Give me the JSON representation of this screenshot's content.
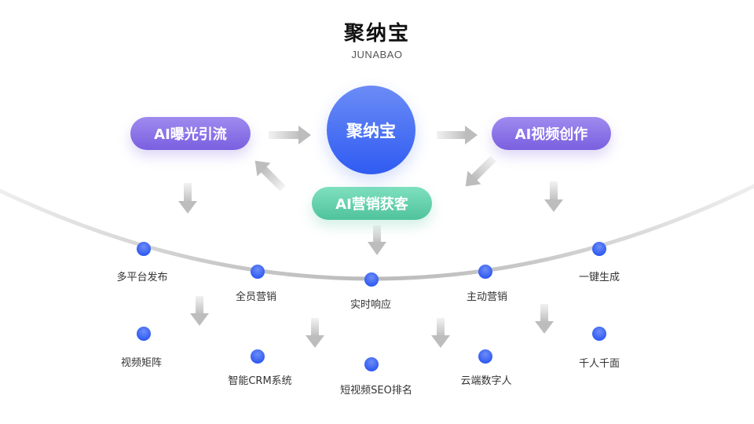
{
  "header": {
    "title": "聚纳宝",
    "subtitle": "JUNABAO"
  },
  "center": {
    "hub_label": "聚纳宝",
    "hub_color": "#3a63f3"
  },
  "modules": [
    {
      "id": "exposure",
      "label": "AI曝光引流",
      "color": "#8a70e8"
    },
    {
      "id": "video",
      "label": "AI视频创作",
      "color": "#8a70e8"
    },
    {
      "id": "marketing",
      "label": "AI营销获客",
      "color": "#5ccba4"
    }
  ],
  "arc_features": [
    {
      "label": "多平台发布"
    },
    {
      "label": "全员营销"
    },
    {
      "label": "实时响应"
    },
    {
      "label": "主动营销"
    },
    {
      "label": "一键生成"
    }
  ],
  "lower_features": [
    {
      "label": "视频矩阵"
    },
    {
      "label": "智能CRM系统"
    },
    {
      "label": "短视频SEO排名"
    },
    {
      "label": "云端数字人"
    },
    {
      "label": "千人千面"
    }
  ],
  "colors": {
    "node_dot": "#3d63f4",
    "arrow": "#bdbdbd",
    "arc": "#c4c4c4"
  }
}
